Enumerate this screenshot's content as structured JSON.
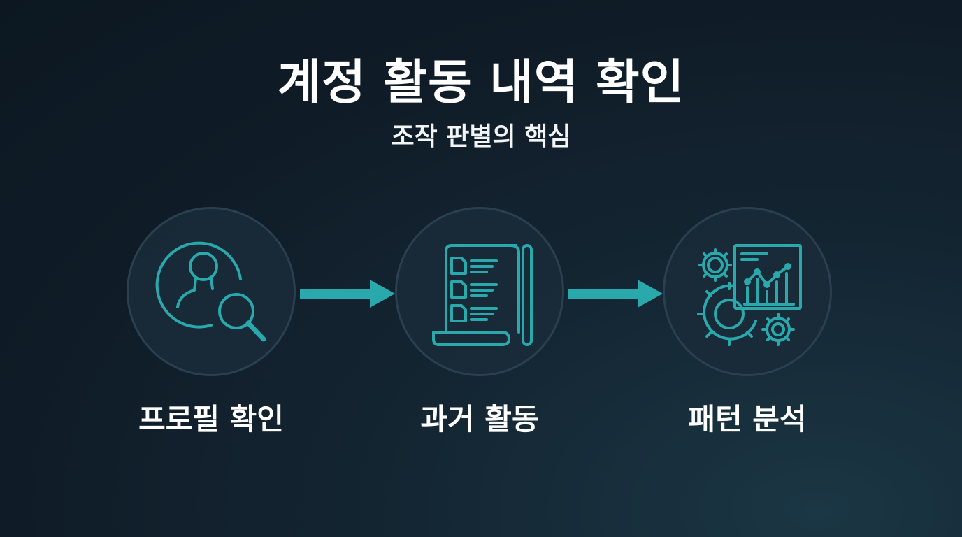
{
  "title": "계정 활동 내역 확인",
  "subtitle": "조작 판별의 핵심",
  "accent_color": "#2aa9ad",
  "steps": [
    {
      "label": "프로필 확인",
      "icon": "profile-search-icon"
    },
    {
      "label": "과거 활동",
      "icon": "activity-log-icon"
    },
    {
      "label": "패턴 분석",
      "icon": "pattern-analysis-icon"
    }
  ]
}
